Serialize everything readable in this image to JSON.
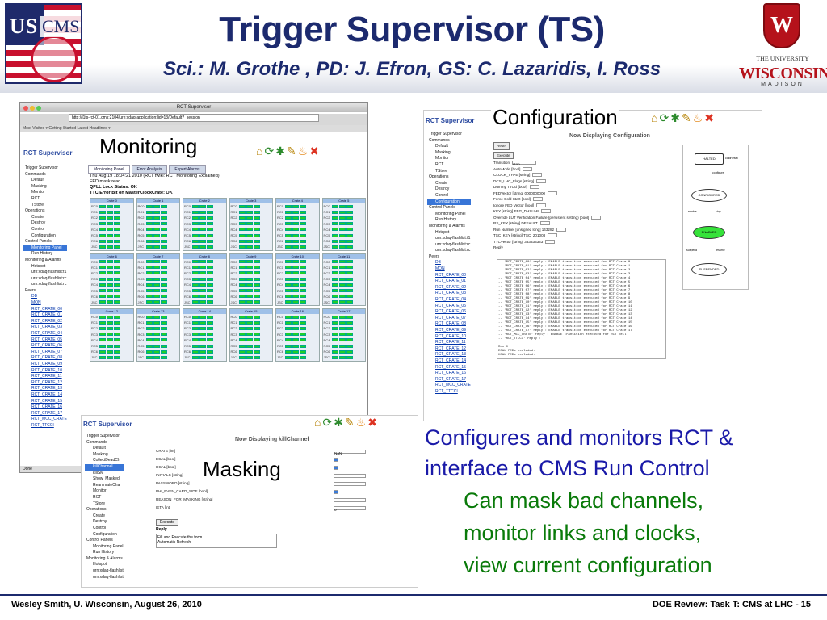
{
  "header": {
    "title": "Trigger Supervisor (TS)",
    "subtitle": "Sci.: M. Grothe , PD: J. Efron, GS: C. Lazaridis, I. Ross",
    "logo_left": {
      "us": "US",
      "cms": "CMS"
    },
    "logo_right": {
      "line1": "THE UNIVERSITY",
      "line2": "WISCONSIN",
      "line3": "MADISON",
      "crest": "W"
    }
  },
  "labels": {
    "monitoring": "Monitoring",
    "configuration": "Configuration",
    "masking": "Masking"
  },
  "body": {
    "line1": "Configures and monitors RCT &",
    "line2": "interface to CMS Run Control",
    "sub1": "Can mask bad channels,",
    "sub2": "monitor links and clocks,",
    "sub3": "view current configuration"
  },
  "footer": {
    "left": "Wesley Smith, U. Wisconsin, August 26, 2010",
    "right": "DOE Review: Task T: CMS at LHC -  15"
  },
  "monitor_window": {
    "window_title": "RCT Supervisor",
    "url": "http://l1ts-rct-01.cms:2104/urn:xdaq-application:lid=13/Default?_session",
    "bookmarks": "Most Visited ▾   Getting Started   Latest Headlines ▾",
    "app_title": "RCT Supervisor",
    "tabs": [
      "Monitoring Panel",
      "Error Analysis",
      "Expert Alarms"
    ],
    "status": [
      "Thu Aug 19 18:04:21 2010 (RCT twiki: RCT Monitoring Explained)",
      "FED mask read",
      "QPLL Lock Status: OK",
      "TTC Error Bit on MasterClockCrate: OK"
    ],
    "tree": [
      "Trigger Supervisor",
      "Commands",
      "Default",
      "Masking",
      "Monitor",
      "RCT",
      "TStore",
      "Operations",
      "Create",
      "Destroy",
      "Control",
      "Configuration",
      "Control Panels",
      "Monitoring Panel",
      "Run History",
      "Monitoring & Alarms",
      "Hotspot",
      "urn:xdaq-flashlist:t1",
      "urn:xdaq-flashlist:rc",
      "urn:xdaq-flashlist:rc",
      "Peers",
      "DB",
      "MON",
      "RCT_CRATE_00",
      "RCT_CRATE_01",
      "RCT_CRATE_02",
      "RCT_CRATE_03",
      "RCT_CRATE_04",
      "RCT_CRATE_05",
      "RCT_CRATE_06",
      "RCT_CRATE_07",
      "RCT_CRATE_08",
      "RCT_CRATE_09",
      "RCT_CRATE_10",
      "RCT_CRATE_11",
      "RCT_CRATE_12",
      "RCT_CRATE_13",
      "RCT_CRATE_14",
      "RCT_CRATE_15",
      "RCT_CRATE_16",
      "RCT_CRATE_17",
      "RCT_MCC_CRATE",
      "RCT_TTCCI"
    ],
    "crates": [
      "Crate 0",
      "Crate 1",
      "Crate 2",
      "Crate 3",
      "Crate 4",
      "Crate 5",
      "Crate 6",
      "Crate 7",
      "Crate 8",
      "Crate 9",
      "Crate 10",
      "Crate 11",
      "Crate 12",
      "Crate 13",
      "Crate 14",
      "Crate 15",
      "Crate 16",
      "Crate 17"
    ],
    "rows": [
      "RC0",
      "RC1",
      "RC2",
      "RC3",
      "RC4",
      "RC5",
      "RC6",
      "JSC"
    ],
    "done": "Done"
  },
  "config_window": {
    "app_title": "RCT Supervisor",
    "heading": "Now Displaying Configuration",
    "buttons": [
      "Reset",
      "Execute"
    ],
    "transition_label": "Transition",
    "transition_value": "stop",
    "fields": [
      "AutoMode [bool]",
      "CLOCK_TYPE [string]",
      "DCS_LHC_Flags [string]",
      "Dummy TTCci [bool]",
      "FEDVector [string] 0000000000",
      "Force Cold Start [bool]",
      "Ignore FED Vector [bool]",
      "KEY [string] EEG_DHSUMI",
      "Override LUT Verification Failure (persistent setting) [bool]",
      "RS_KEY [string] DEFAULT",
      "Run Number [unsigned long] 143282",
      "TSC_KEY [string] TSC_201008",
      "TTCVector [string] 333333333"
    ],
    "reply": "Reply",
    "log": [
      "-- 'RCT_CRATE_00' reply : ENABLE transition executed for RCT Crate 0",
      "-- 'RCT_CRATE_01' reply : ENABLE transition executed for RCT Crate 1",
      "-- 'RCT_CRATE_02' reply : ENABLE transition executed for RCT Crate 2",
      "-- 'RCT_CRATE_03' reply : ENABLE transition executed for RCT Crate 3",
      "-- 'RCT_CRATE_04' reply : ENABLE transition executed for RCT Crate 4",
      "-- 'RCT_CRATE_05' reply : ENABLE transition executed for RCT Crate 5",
      "-- 'RCT_CRATE_06' reply : ENABLE transition executed for RCT Crate 6",
      "-- 'RCT_CRATE_07' reply : ENABLE transition executed for RCT Crate 7",
      "-- 'RCT_CRATE_08' reply : ENABLE transition executed for RCT Crate 8",
      "-- 'RCT_CRATE_09' reply : ENABLE transition executed for RCT Crate 9",
      "-- 'RCT_CRATE_10' reply : ENABLE transition executed for RCT Crate 10",
      "-- 'RCT_CRATE_11' reply : ENABLE transition executed for RCT Crate 11",
      "-- 'RCT_CRATE_12' reply : ENABLE transition executed for RCT Crate 12",
      "-- 'RCT_CRATE_13' reply : ENABLE transition executed for RCT Crate 13",
      "-- 'RCT_CRATE_14' reply : ENABLE transition executed for RCT Crate 14",
      "-- 'RCT_CRATE_15' reply : ENABLE transition executed for RCT Crate 15",
      "-- 'RCT_CRATE_16' reply : ENABLE transition executed for RCT Crate 16",
      "-- 'RCT_CRATE_17' reply : ENABLE transition executed for RCT Crate 17",
      "-- 'RCT_MCC_CRATE' reply : ENABLE transition executed for RCT cell",
      "-- 'RCT_TTCCI' reply :",
      "",
      "Run 0",
      "ECAL FEDs excluded:",
      "HCAL FEDs excluded:"
    ],
    "fsm": [
      "HALTED",
      "CONFIGURED",
      "ENABLED",
      "SUSPENDED",
      "configure",
      "enable",
      "stop",
      "suspend",
      "resume",
      "coldReset"
    ],
    "tree": [
      "Trigger Supervisor",
      "Commands",
      "Default",
      "Masking",
      "Monitor",
      "RCT",
      "TStore",
      "Operations",
      "Create",
      "Destroy",
      "Control",
      "Configuration",
      "Control Panels",
      "Monitoring Panel",
      "Run History",
      "Monitoring & Alarms",
      "Hotspot",
      "urn:xdaq-flashlist:t1",
      "urn:xdaq-flashlist:rc",
      "urn:xdaq-flashlist:rc",
      "Peers",
      "DB",
      "MON",
      "RCT_CRATE_00",
      "RCT_CRATE_01",
      "RCT_CRATE_02",
      "RCT_CRATE_03",
      "RCT_CRATE_04",
      "RCT_CRATE_05",
      "RCT_CRATE_06",
      "RCT_CRATE_07",
      "RCT_CRATE_08",
      "RCT_CRATE_09",
      "RCT_CRATE_10",
      "RCT_CRATE_11",
      "RCT_CRATE_12",
      "RCT_CRATE_13",
      "RCT_CRATE_14",
      "RCT_CRATE_15",
      "RCT_CRATE_16",
      "RCT_CRATE_17",
      "RCT_MCC_CRATE",
      "RCT_TTCCI"
    ]
  },
  "mask_window": {
    "app_title": "RCT Supervisor",
    "heading": "Now Displaying killChannel",
    "fields": [
      "CRATE [int]",
      "ECAL [bool]",
      "HCAL [bool]",
      "INITIALS [string]",
      "PASSWORD [string]",
      "PHI_EVEN_CARD_SIDE [bool]",
      "REASON_FOR_MASKING [string]",
      "IETA [int]"
    ],
    "crate_value": "NaN",
    "ieta_value": "0",
    "button": "Execute",
    "reply": "Reply",
    "reply_text": [
      "Fill and Execute the form",
      "Automatic Refresh"
    ],
    "tree": [
      "Trigger Supervisor",
      "Commands",
      "Default",
      "Masking",
      "CollectDeadCh",
      "killChannel",
      "killSM",
      "Show_Masked_",
      "ReanimateCha",
      "Monitor",
      "RCT",
      "TStore",
      "Operations",
      "Create",
      "Destroy",
      "Control",
      "Configuration",
      "Control Panels",
      "Monitoring Panel",
      "Run History",
      "Monitoring & Alarms",
      "Hotspot",
      "urn:xdaq-flashlist:",
      "urn:xdaq-flashlist:"
    ]
  }
}
